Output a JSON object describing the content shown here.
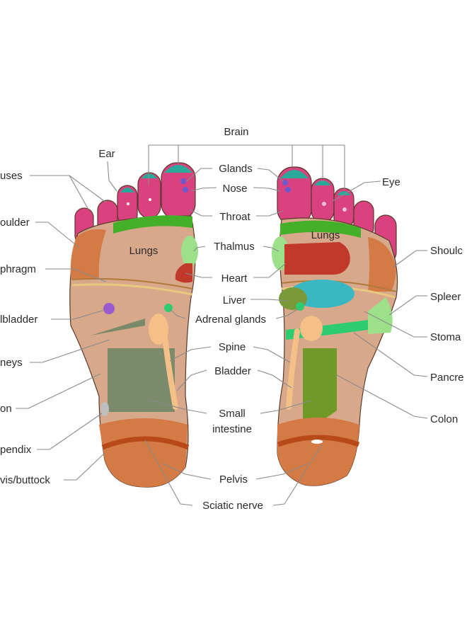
{
  "labels": {
    "brain": "Brain",
    "ear": "Ear",
    "glands": "Glands",
    "nose": "Nose",
    "throat": "Throat",
    "eye": "Eye",
    "sinuses": "uses",
    "shoulder_left": "oulder",
    "diaphragm": "phragm",
    "gallbladder": "lbladder",
    "kidneys": "neys",
    "colon_left": "on",
    "appendix": "pendix",
    "pelvis_buttock": "vis/buttock",
    "lungs_left": "Lungs",
    "lungs_right": "Lungs",
    "thalmus": "Thalmus",
    "heart": "Heart",
    "liver": "Liver",
    "adrenal_glands": "Adrenal glands",
    "spine": "Spine",
    "bladder": "Bladder",
    "small_intestine_1": "Small",
    "small_intestine_2": "intestine",
    "pelvis": "Pelvis",
    "sciatic_nerve": "Sciatic nerve",
    "shoulder_right": "Shoulc",
    "spleen": "Spleer",
    "stomach": "Stoma",
    "pancreas": "Pancre",
    "colon_right": "Colon"
  },
  "colors": {
    "toe": "#d9427f",
    "skin": "#d8a88a",
    "heel": "#d47a44",
    "lungs_band": "#44b02a",
    "heart": "#c0392b",
    "liver": "#7a9a3a",
    "intestine": "#7a8a6a",
    "colon_right_area": "#6f9a2a",
    "spine": "#f4c088",
    "pale_green": "#9de08a",
    "cyan": "#39b8c4",
    "bright_green": "#2ecc71",
    "purple": "#9b59d0",
    "teal_tip": "#2aa89a"
  }
}
